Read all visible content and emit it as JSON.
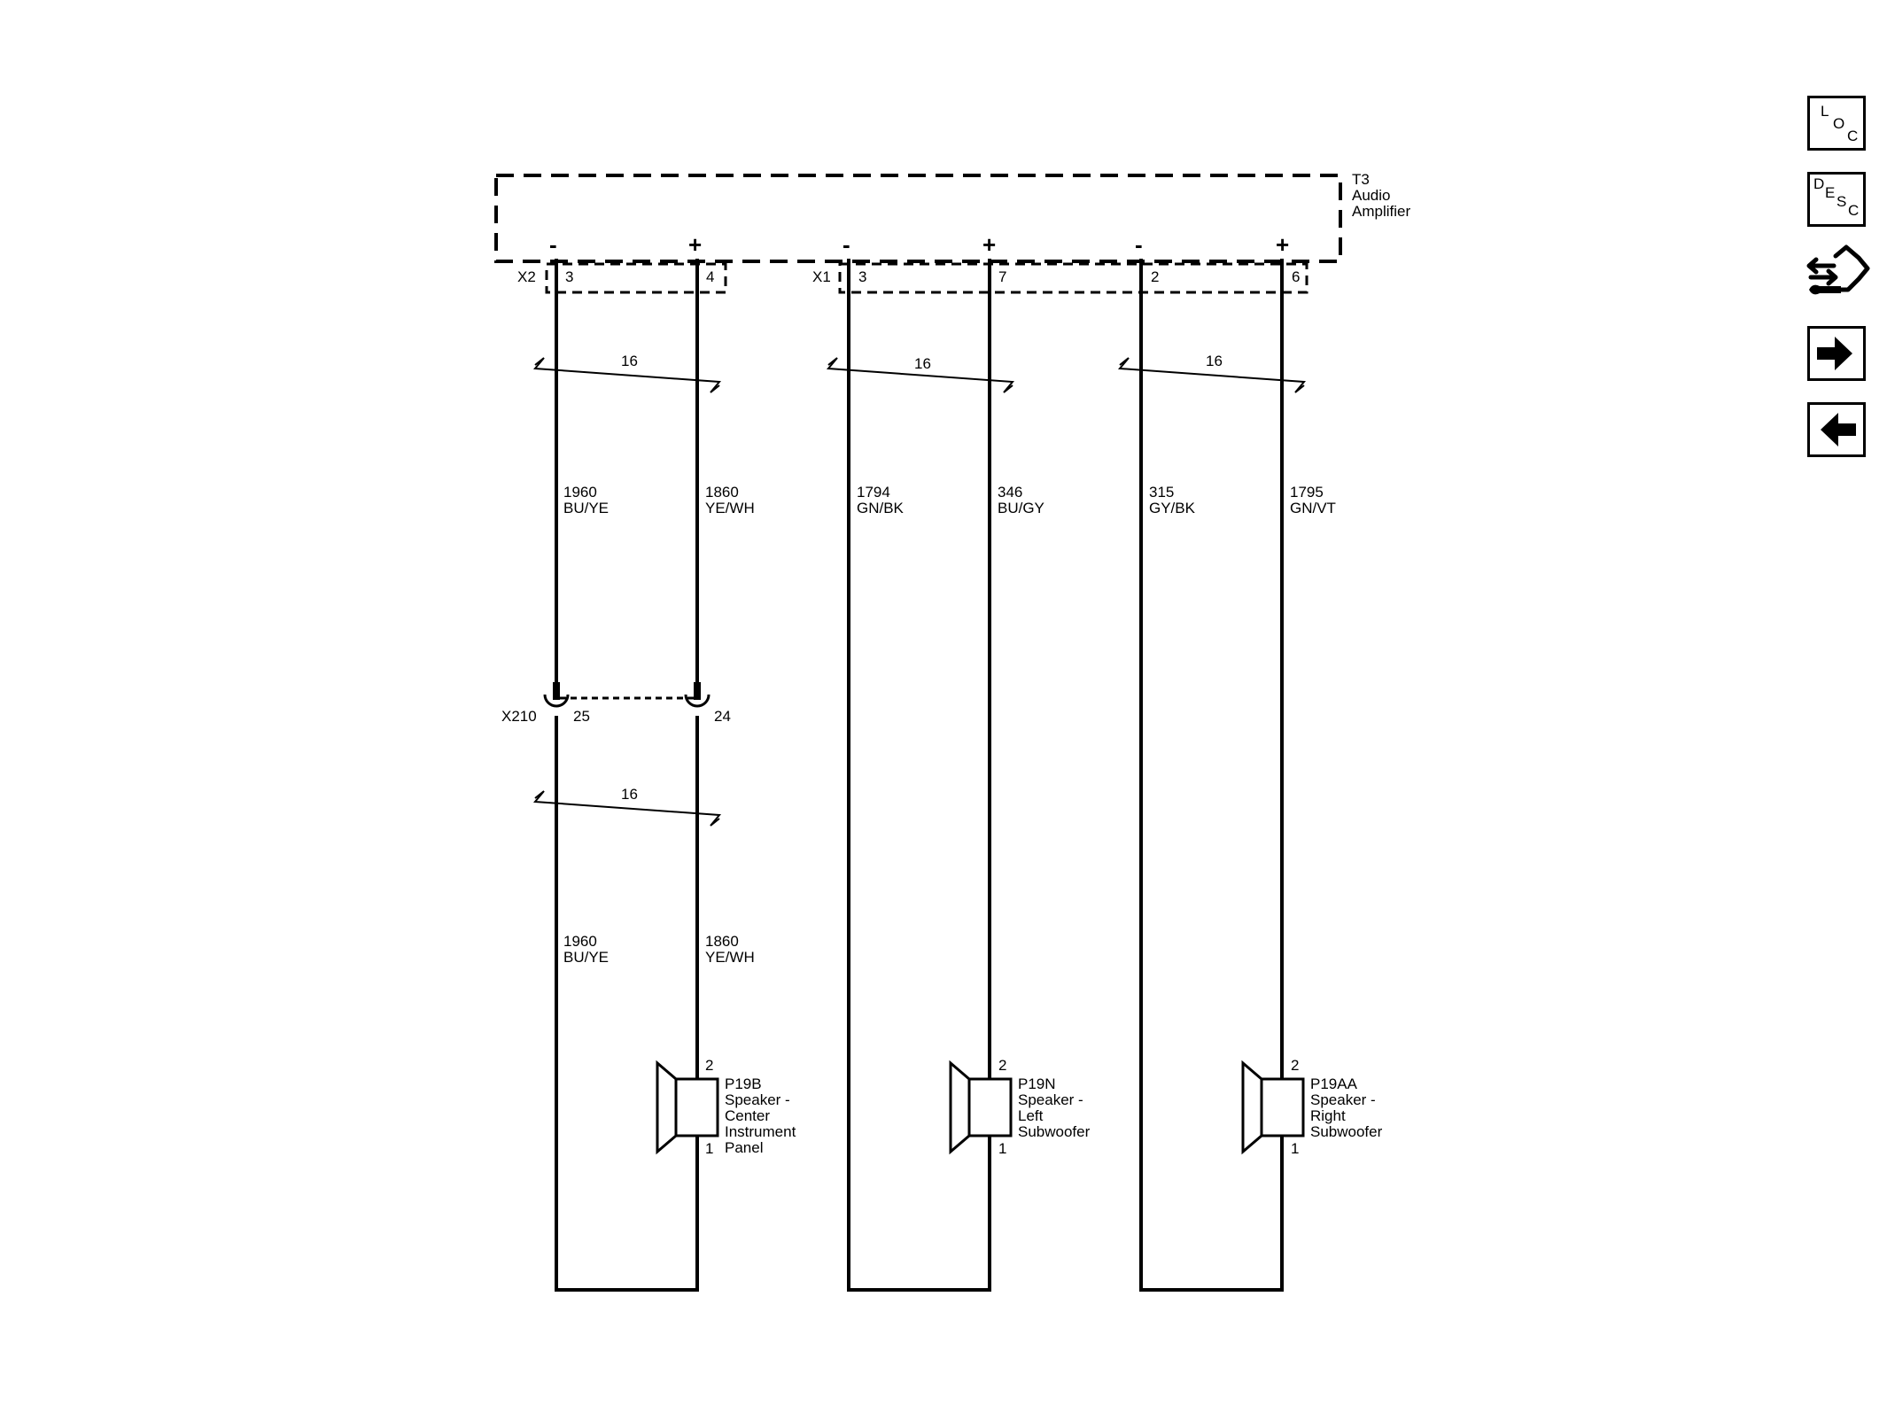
{
  "amplifier": {
    "ref": "T3",
    "name_lines": [
      "Audio",
      "Amplifier"
    ]
  },
  "connectors": {
    "x2": "X2",
    "x1": "X1",
    "x210": "X210"
  },
  "polarity": {
    "neg": "-",
    "pos": "+"
  },
  "wire_gauge": "16",
  "circuits": [
    {
      "pin_top": "3",
      "circuit": "1960",
      "color": "BU/YE",
      "pin_inline": "25",
      "circuit_lower": "1960",
      "color_lower": "BU/YE"
    },
    {
      "pin_top": "4",
      "circuit": "1860",
      "color": "YE/WH",
      "pin_inline": "24",
      "circuit_lower": "1860",
      "color_lower": "YE/WH"
    },
    {
      "pin_top": "3",
      "circuit": "1794",
      "color": "GN/BK"
    },
    {
      "pin_top": "7",
      "circuit": "346",
      "color": "BU/GY"
    },
    {
      "pin_top": "2",
      "circuit": "315",
      "color": "GY/BK"
    },
    {
      "pin_top": "6",
      "circuit": "1795",
      "color": "GN/VT"
    }
  ],
  "speakers": [
    {
      "ref": "P19B",
      "pin_pos": "2",
      "pin_neg": "1",
      "desc_lines": [
        "Speaker -",
        "Center",
        "Instrument",
        "Panel"
      ]
    },
    {
      "ref": "P19N",
      "pin_pos": "2",
      "pin_neg": "1",
      "desc_lines": [
        "Speaker -",
        "Left",
        "Subwoofer"
      ]
    },
    {
      "ref": "P19AA",
      "pin_pos": "2",
      "pin_neg": "1",
      "desc_lines": [
        "Speaker -",
        "Right",
        "Subwoofer"
      ]
    }
  ],
  "nav": {
    "loc": [
      "L",
      "O",
      "C"
    ],
    "desc": [
      "D",
      "E",
      "S",
      "C"
    ],
    "icons": [
      "connector-repair-icon",
      "forward-arrow-icon",
      "back-arrow-icon"
    ]
  }
}
